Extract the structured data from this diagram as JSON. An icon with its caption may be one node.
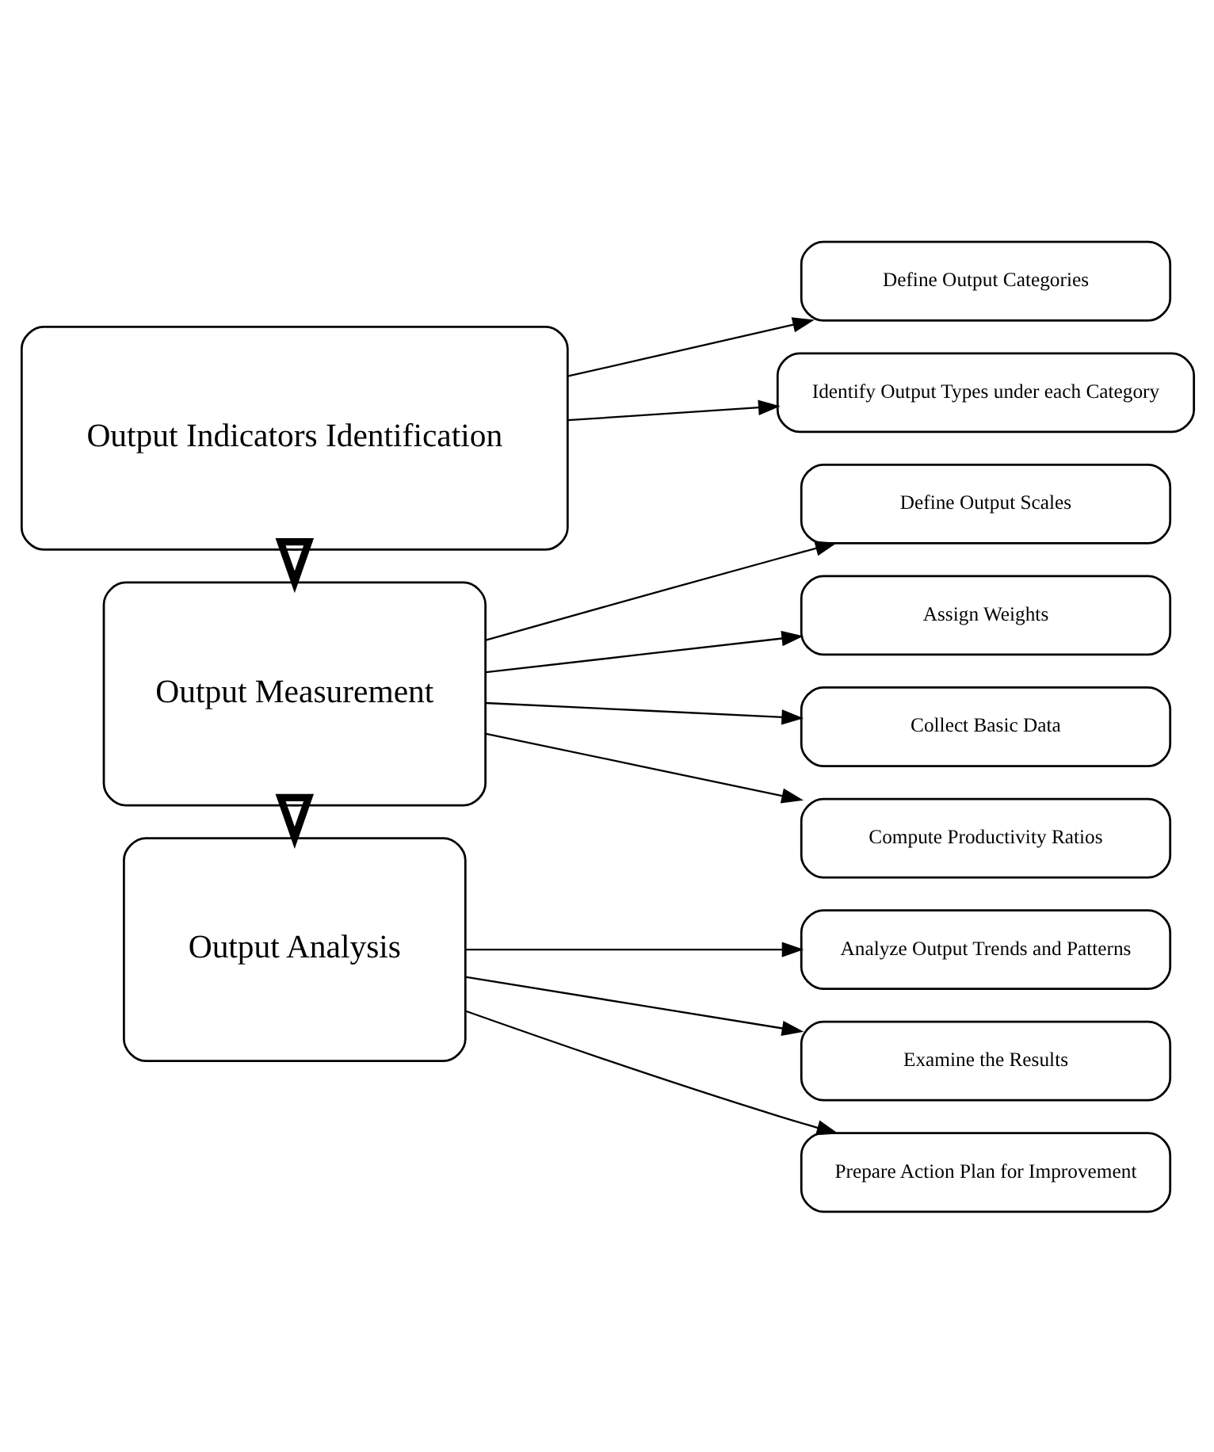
{
  "diagram": {
    "nodes": [
      {
        "text": [
          "Output Indicators Identification"
        ]
      },
      {
        "text": [
          "Define Output Categories"
        ]
      },
      {
        "text": [
          "Identify Output Types under each Category"
        ]
      },
      {
        "text": [
          "Output Measurement"
        ]
      },
      {
        "text": [
          "Define Output Scales"
        ]
      },
      {
        "text": [
          "Assign Weights"
        ]
      },
      {
        "text": [
          "Collect Basic Data"
        ]
      },
      {
        "text": [
          "Compute Productivity Ratios"
        ]
      },
      {
        "text": [
          "Output Analysis"
        ]
      },
      {
        "text": [
          "Analyze Output Trends and Patterns"
        ]
      },
      {
        "text": [
          "Examine the Results"
        ]
      },
      {
        "text": [
          "Prepare Action Plan for Improvement"
        ]
      }
    ],
    "edges": [
      {
        "from": 0,
        "to": 1,
        "arrow": "to"
      },
      {
        "from": 0,
        "to": 2,
        "arrow": "to"
      },
      {
        "from": 0,
        "to": 3,
        "arrow": "to",
        "style": "thick"
      },
      {
        "from": 3,
        "to": 4,
        "arrow": "to"
      },
      {
        "from": 3,
        "to": 5,
        "arrow": "to"
      },
      {
        "from": 3,
        "to": 6,
        "arrow": "to"
      },
      {
        "from": 3,
        "to": 7,
        "arrow": "to"
      },
      {
        "from": 3,
        "to": 8,
        "arrow": "to",
        "style": "thick"
      },
      {
        "from": 8,
        "to": 9,
        "arrow": "to"
      },
      {
        "from": 8,
        "to": 10,
        "arrow": "to"
      },
      {
        "from": 8,
        "to": 11,
        "arrow": "to"
      }
    ]
  }
}
